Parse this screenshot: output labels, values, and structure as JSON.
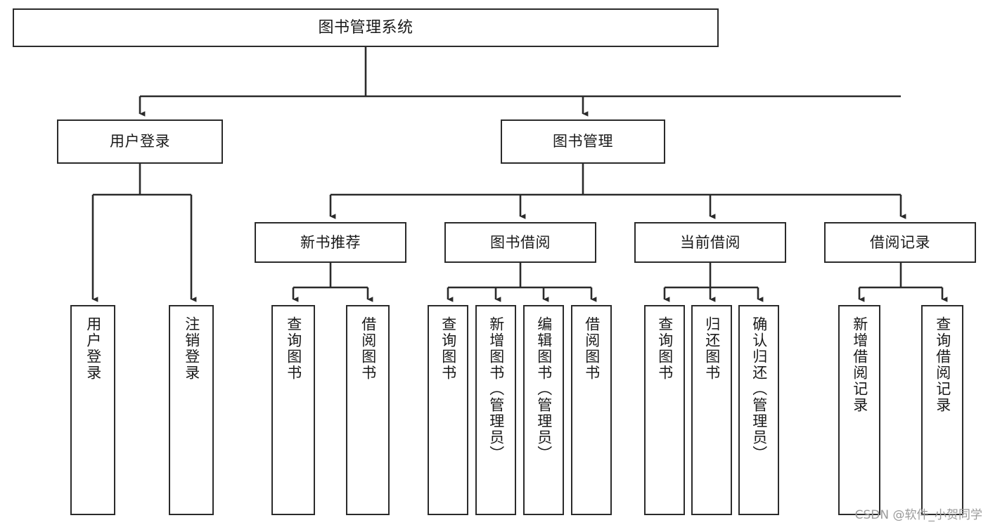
{
  "diagram": {
    "title": "图书管理系统",
    "watermark": "CSDN @软件_小贺同学",
    "colors": {
      "background": "#ffffff",
      "box_border": "#2b2b2b",
      "edge": "#2b2b2b",
      "text": "#1a1a1a",
      "watermark": "#9b9b9b"
    },
    "levels": [
      {
        "level": 1,
        "nodes": [
          {
            "id": "root",
            "label": "图书管理系统",
            "orientation": "horizontal"
          }
        ]
      },
      {
        "level": 2,
        "nodes": [
          {
            "id": "user-login",
            "label": "用户登录",
            "orientation": "horizontal",
            "parent": "root"
          },
          {
            "id": "book-manage",
            "label": "图书管理",
            "orientation": "horizontal",
            "parent": "root"
          }
        ]
      },
      {
        "level": 3,
        "nodes": [
          {
            "id": "new-book-recommend",
            "label": "新书推荐",
            "orientation": "horizontal",
            "parent": "book-manage"
          },
          {
            "id": "book-borrow",
            "label": "图书借阅",
            "orientation": "horizontal",
            "parent": "book-manage"
          },
          {
            "id": "current-borrow",
            "label": "当前借阅",
            "orientation": "horizontal",
            "parent": "book-manage"
          },
          {
            "id": "borrow-record",
            "label": "借阅记录",
            "orientation": "horizontal",
            "parent": "book-manage"
          }
        ]
      },
      {
        "level": 4,
        "nodes": [
          {
            "id": "leaf-user-login",
            "label": "用户登录",
            "orientation": "vertical",
            "parent": "user-login"
          },
          {
            "id": "leaf-logout",
            "label": "注销登录",
            "orientation": "vertical",
            "parent": "user-login"
          },
          {
            "id": "leaf-query-book-1",
            "label": "查询图书",
            "orientation": "vertical",
            "parent": "new-book-recommend"
          },
          {
            "id": "leaf-borrow-book-1",
            "label": "借阅图书",
            "orientation": "vertical",
            "parent": "new-book-recommend"
          },
          {
            "id": "leaf-query-book-2",
            "label": "查询图书",
            "orientation": "vertical",
            "parent": "book-borrow"
          },
          {
            "id": "leaf-add-book",
            "label": "新增图书（管理员）",
            "orientation": "vertical",
            "parent": "book-borrow"
          },
          {
            "id": "leaf-edit-book",
            "label": "编辑图书（管理员）",
            "orientation": "vertical",
            "parent": "book-borrow"
          },
          {
            "id": "leaf-borrow-book-2",
            "label": "借阅图书",
            "orientation": "vertical",
            "parent": "book-borrow"
          },
          {
            "id": "leaf-query-book-3",
            "label": "查询图书",
            "orientation": "vertical",
            "parent": "current-borrow"
          },
          {
            "id": "leaf-return-book",
            "label": "归还图书",
            "orientation": "vertical",
            "parent": "current-borrow"
          },
          {
            "id": "leaf-confirm-return",
            "label": "确认归还（管理员）",
            "orientation": "vertical",
            "parent": "current-borrow"
          },
          {
            "id": "leaf-add-record",
            "label": "新增借阅记录",
            "orientation": "vertical",
            "parent": "borrow-record"
          },
          {
            "id": "leaf-query-record",
            "label": "查询借阅记录",
            "orientation": "vertical",
            "parent": "borrow-record"
          }
        ]
      }
    ]
  }
}
